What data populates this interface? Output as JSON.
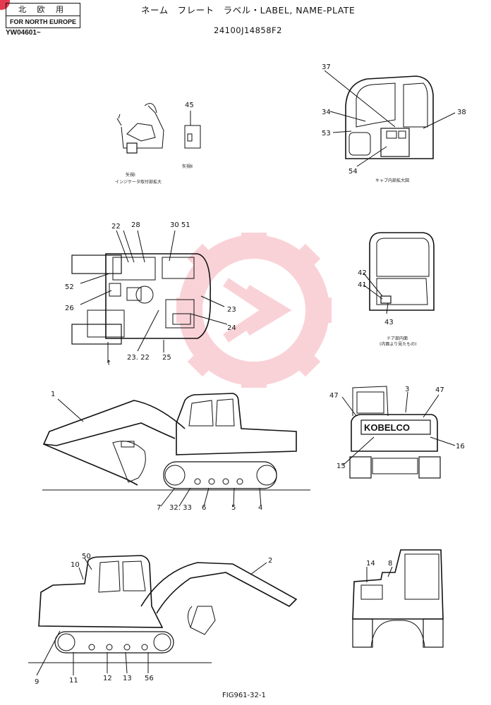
{
  "header": {
    "region_jp": "北 欧 用",
    "region_en": "FOR NORTH EUROPE",
    "serial_range": "YW04601~",
    "title": "ネーム　フレート　ラベル・LABEL, NAME-PLATE",
    "part_number": "24100J14858F2"
  },
  "footer": {
    "figure_id": "FIG961-32-1"
  },
  "brand": {
    "plate_text": "KOBELCO",
    "badge_color": "#e53950"
  },
  "captions": {
    "seat_view": "矢視Ⅰ",
    "seat_view_sub": "インジケータ取付部拡大",
    "s45_view": "矢視Ⅱ",
    "cab_view": "キャブ内部拡大図",
    "door_view": "ドア部内面",
    "door_view_sub": "(内面より見たもの)"
  },
  "callouts": {
    "c45": "45",
    "c37": "37",
    "c34": "34",
    "c38": "38",
    "c53": "53",
    "c54": "54",
    "c22": "22",
    "c28": "28",
    "c3051": "30 51",
    "c52": "52",
    "c26": "26",
    "c23a": "23",
    "c24": "24",
    "c2322": "23. 22",
    "c25": "25",
    "c42": "42",
    "c41": "41",
    "c43": "43",
    "c1": "1",
    "c7": "7",
    "c3233": "32. 33",
    "c6": "6",
    "c5": "5",
    "c4": "4",
    "c47a": "47",
    "c3": "3",
    "c47b": "47",
    "c16": "16",
    "c15": "15",
    "c50": "50",
    "c10": "10",
    "c2": "2",
    "c9": "9",
    "c11": "11",
    "c12": "12",
    "c13": "13",
    "c56": "56",
    "c14": "14",
    "c8": "8"
  }
}
